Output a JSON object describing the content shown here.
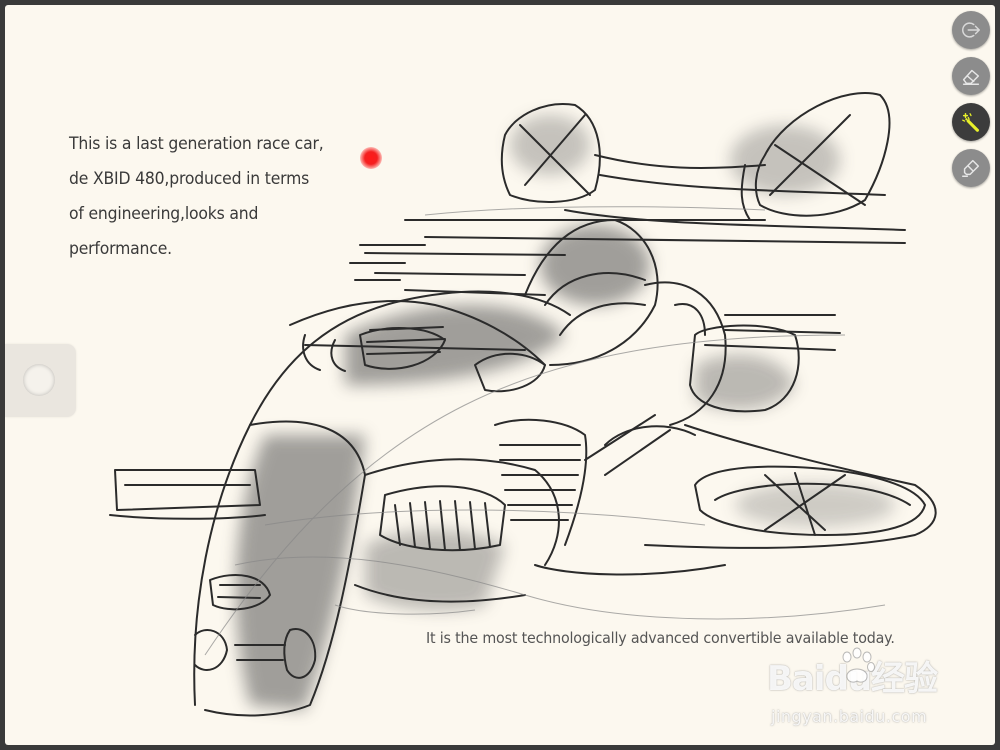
{
  "canvas": {
    "background": "#fcf8ef",
    "caption_main": "This is a last generation race car,\nde XBID 480,produced in terms\nof engineering,looks and\nperformance.",
    "caption_sub": "It is the most technologically advanced convertible available today."
  },
  "toolbar": {
    "tools": [
      {
        "name": "exit-icon",
        "active": false
      },
      {
        "name": "eraser-icon",
        "active": false
      },
      {
        "name": "magic-wand-icon",
        "active": true
      },
      {
        "name": "highlighter-icon",
        "active": false
      }
    ],
    "active_accent": "#e8f02a",
    "button_color": "#8c8c8c",
    "active_button_color": "#3c3c3c"
  },
  "side_handle": {
    "icon": "circle-knob-icon"
  },
  "watermark": {
    "brand": "Baidu经验",
    "url": "jingyan.baidu.com"
  },
  "marker": {
    "color": "#f42020"
  }
}
